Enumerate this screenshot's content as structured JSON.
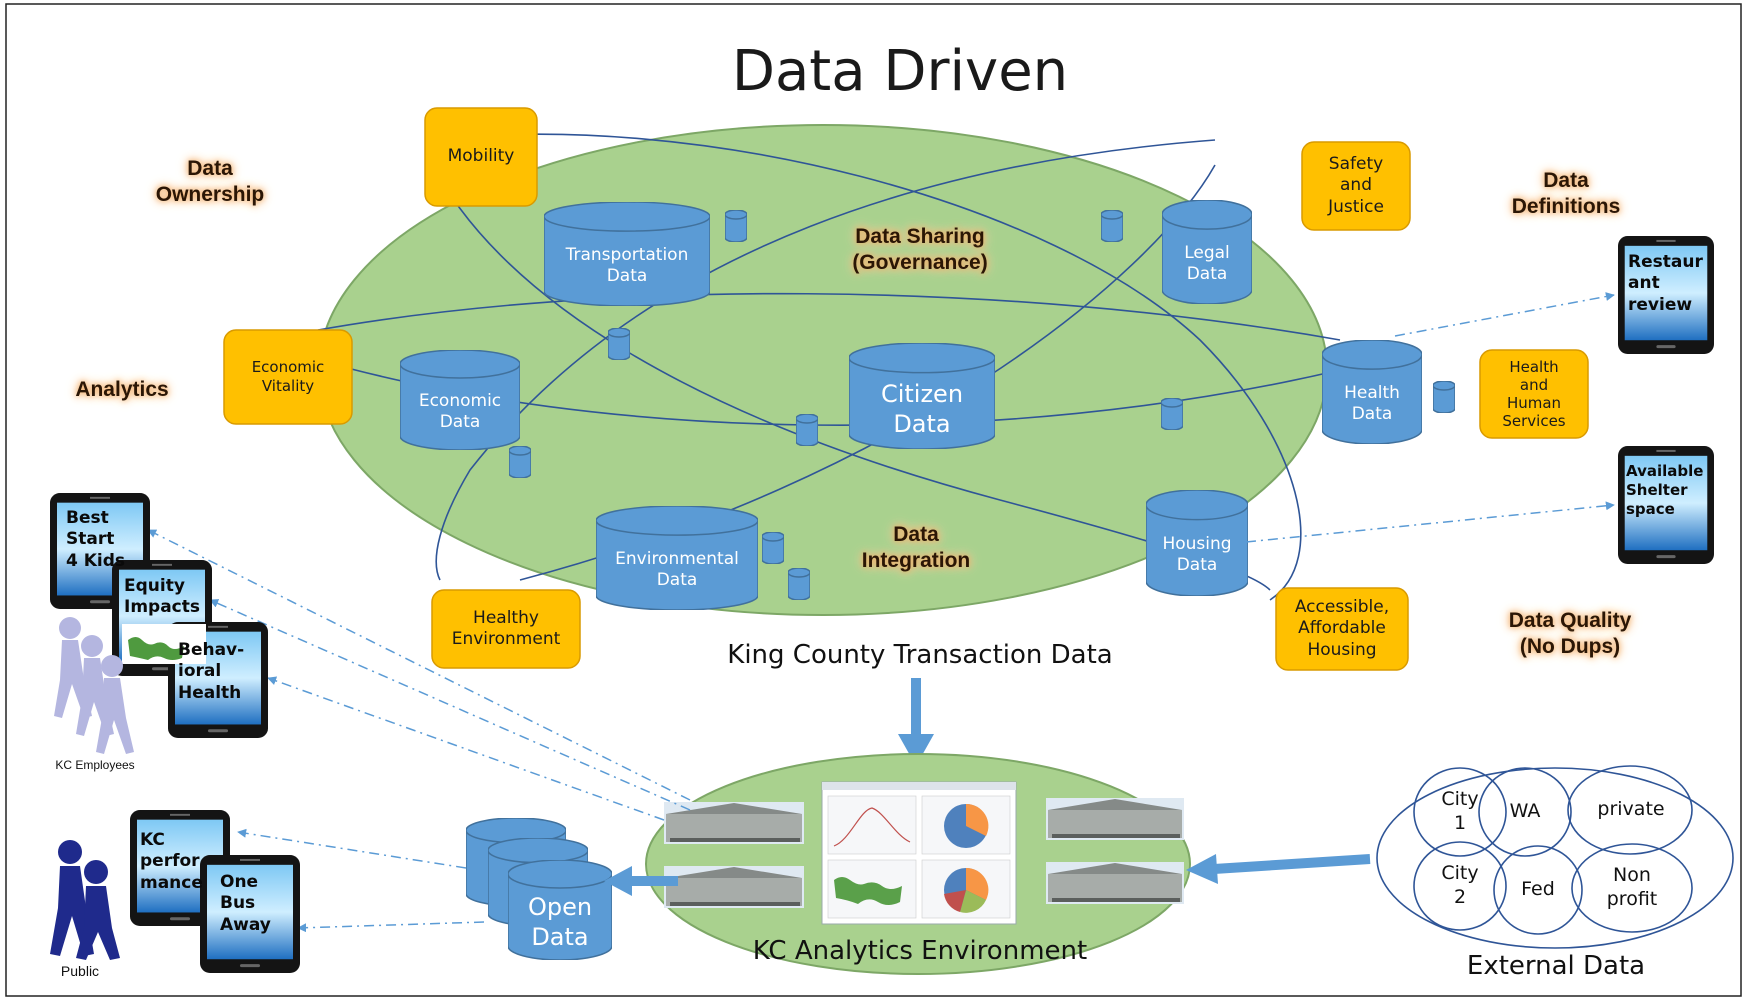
{
  "title": "Data Driven",
  "organizational_labels": {
    "data_ownership": "Data\nOwnership",
    "data_definitions": "Data\nDefinitions",
    "analytics": "Analytics",
    "data_quality": "Data Quality\n(No Dups)",
    "data_sharing": "Data Sharing\n(Governance)",
    "data_integration": "Data\nIntegration"
  },
  "topics": {
    "mobility": "Mobility",
    "safety_justice": "Safety\nand\nJustice",
    "economic_vitality": "Economic\nVitality",
    "health_human_services": "Health\nand\nHuman\nServices",
    "healthy_environment": "Healthy\nEnvironment",
    "accessible_housing": "Accessible,\nAffordable\nHousing"
  },
  "data_stores": {
    "transportation": "Transportation\nData",
    "legal": "Legal\nData",
    "economic": "Economic\nData",
    "citizen": "Citizen\nData",
    "health": "Health\nData",
    "environmental": "Environmental\nData",
    "housing": "Housing\nData",
    "open": "Open\nData"
  },
  "ellipse_labels": {
    "transaction": "King County Transaction Data",
    "analytics_env": "KC Analytics Environment",
    "external": "External Data"
  },
  "external_sources": {
    "city1": "City\n1",
    "wa": "WA",
    "private": "private",
    "city2": "City\n2",
    "fed": "Fed",
    "nonprofit": "Non\nprofit"
  },
  "apps": {
    "restaurant": "Restaur\nant\nreview",
    "shelter": "Available\nShelter\nspace",
    "best_start": "Best\nStart\n4 Kids",
    "equity": "Equity\nImpacts",
    "behavioral": "Behav-\nioral\nHealth",
    "kc_performance": "KC\nperfor\nmance",
    "one_bus": "One\nBus\nAway"
  },
  "people": {
    "employees": "KC Employees",
    "public": "Public"
  },
  "colors": {
    "ellipse_green": "#a9d18e",
    "cylinder_blue": "#5b9bd5",
    "topic_orange": "#ffc000",
    "line_blue": "#2f5597",
    "arrow_blue": "#5b9bd5"
  }
}
